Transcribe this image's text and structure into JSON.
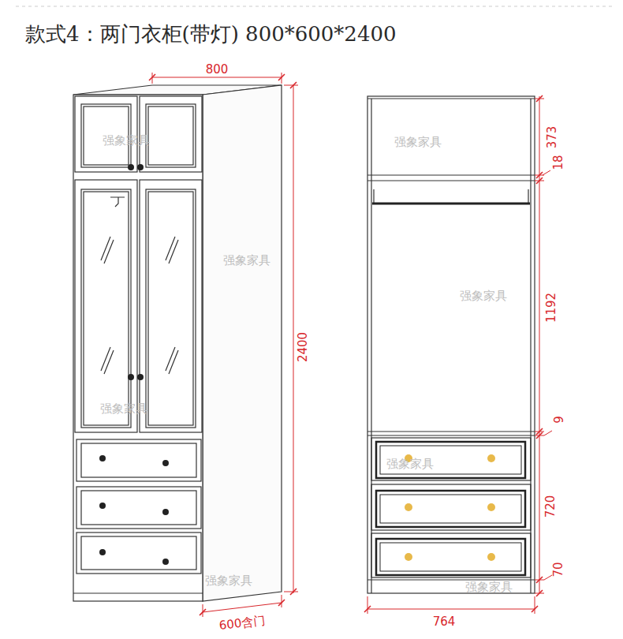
{
  "diagram": {
    "title": "款式4：两门衣柜(带灯) 800*600*2400",
    "labels": [
      "800",
      "2400",
      "600含门",
      "373",
      "18",
      "1192",
      "9",
      "720",
      "70",
      "764",
      "强象家具",
      "强象家具",
      "强象家具",
      "强象家具",
      "强象家具",
      "强象家具",
      "强象家具",
      "强象家具"
    ]
  }
}
